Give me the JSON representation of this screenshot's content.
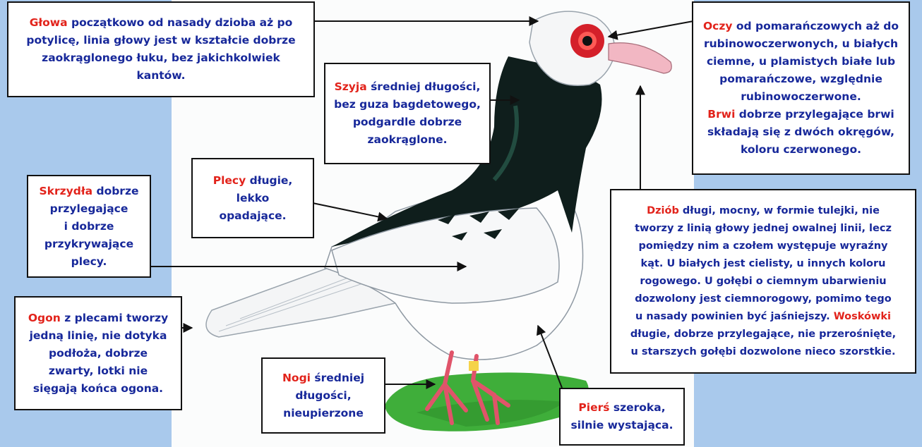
{
  "colors": {
    "background": "#a9c9ec",
    "panel": "#fbfcfc",
    "keyword": "#e2231b",
    "text": "#17289a"
  },
  "labels": {
    "glowa": {
      "keyword": "Głowa",
      "lines": [
        "początkowo od nasady dzioba aż po",
        "potylicę, linia głowy jest w kształcie dobrze",
        "zaokrąglonego łuku, bez jakichkolwiek",
        "kantów."
      ]
    },
    "szyja": {
      "keyword": "Szyja",
      "lines": [
        "średniej długości,",
        "bez guza bagdetowego,",
        "podgardle dobrze",
        "zaokrąglone."
      ]
    },
    "oczy": {
      "keyword": "Oczy",
      "lines": [
        "od pomarańczowych aż do",
        "rubinowoczerwonych, u białych",
        "ciemne, u plamistych białe lub",
        "pomarańczowe, względnie",
        "rubinowoczerwone."
      ]
    },
    "brwi": {
      "keyword": "Brwi",
      "lines": [
        "dobrze przylegające brwi",
        "składają się z dwóch okręgów,",
        "koloru czerwonego."
      ]
    },
    "skrzydla": {
      "keyword": "Skrzydła",
      "lines": [
        "dobrze",
        "przylegające",
        "i dobrze",
        "przykrywające",
        "plecy."
      ]
    },
    "plecy": {
      "keyword": "Plecy",
      "lines": [
        "długie,",
        "lekko",
        "opadające."
      ]
    },
    "dziob": {
      "keyword": "Dziób",
      "lines": [
        "długi, mocny, w formie tulejki, nie",
        "tworzy z linią głowy jednej owalnej linii, lecz",
        "pomiędzy nim a czołem występuje wyraźny",
        "kąt. U białych jest cielisty, u innych koloru",
        "rogowego. U gołębi o ciemnym ubarwieniu",
        "dozwolony jest ciemnorogowy, pomimo tego",
        "u nasady powinien być jaśniejszy."
      ]
    },
    "woskowki": {
      "keyword": "Woskówki",
      "lines": [
        "długie, dobrze przylegające, nie przerośnięte,",
        "u starszych gołębi dozwolone nieco szorstkie."
      ]
    },
    "ogon": {
      "keyword": "Ogon",
      "lines": [
        "z plecami tworzy",
        "jedną linię, nie dotyka",
        "podłoża, dobrze",
        "zwarty, lotki nie",
        "sięgają końca ogona."
      ]
    },
    "nogi": {
      "keyword": "Nogi",
      "lines": [
        "średniej",
        "długości,",
        "nieupierzone"
      ]
    },
    "piers": {
      "keyword": "Pierś",
      "lines": [
        "szeroka,",
        "silnie wystająca."
      ]
    }
  }
}
